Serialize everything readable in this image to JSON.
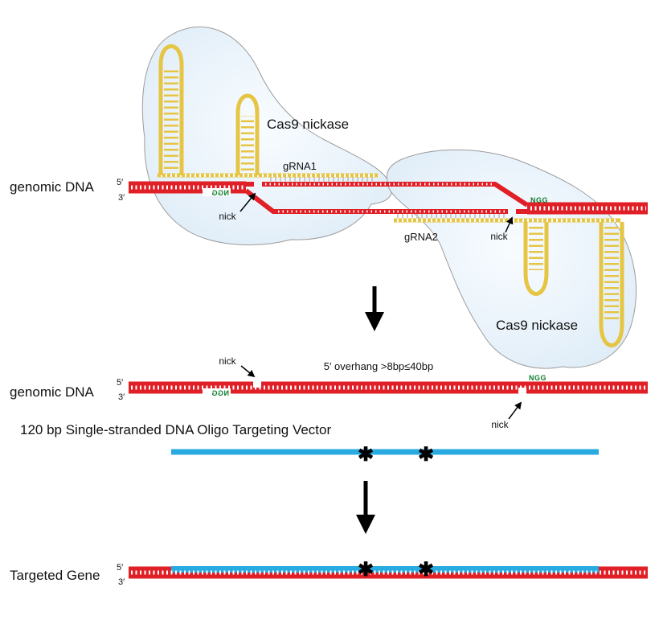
{
  "labels": {
    "cas9_nickase": "Cas9 nickase",
    "grna1": "gRNA1",
    "grna2": "gRNA2",
    "genomic_dna": "genomic DNA",
    "targeted_gene": "Targeted Gene",
    "oligo_title": "120 bp Single-stranded DNA Oligo Targeting Vector",
    "overhang": "5′ overhang >8bp≤40bp",
    "nick": "nick",
    "pam": "NGG",
    "five_prime": "5′",
    "three_prime": "3′",
    "asterisk": "✱"
  },
  "colors": {
    "dna_red": "#e01f26",
    "grna_yellow": "#e6c544",
    "oligo_blue": "#29abe2",
    "pam_green": "#0e7c2d",
    "cas9_fill": "#e9f3fb",
    "cas9_outline": "#9c9c9c",
    "text_black": "#111111"
  }
}
